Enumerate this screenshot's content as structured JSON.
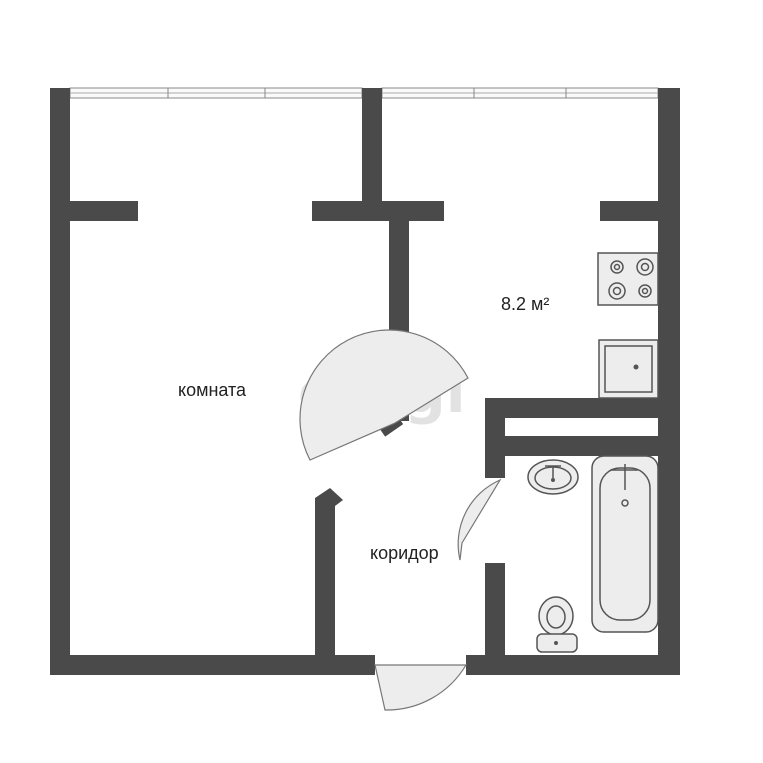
{
  "plan": {
    "rooms": [
      {
        "name": "комната"
      },
      {
        "name": "8.2 м²"
      },
      {
        "name": "коридор"
      }
    ],
    "watermark": "etagi"
  }
}
